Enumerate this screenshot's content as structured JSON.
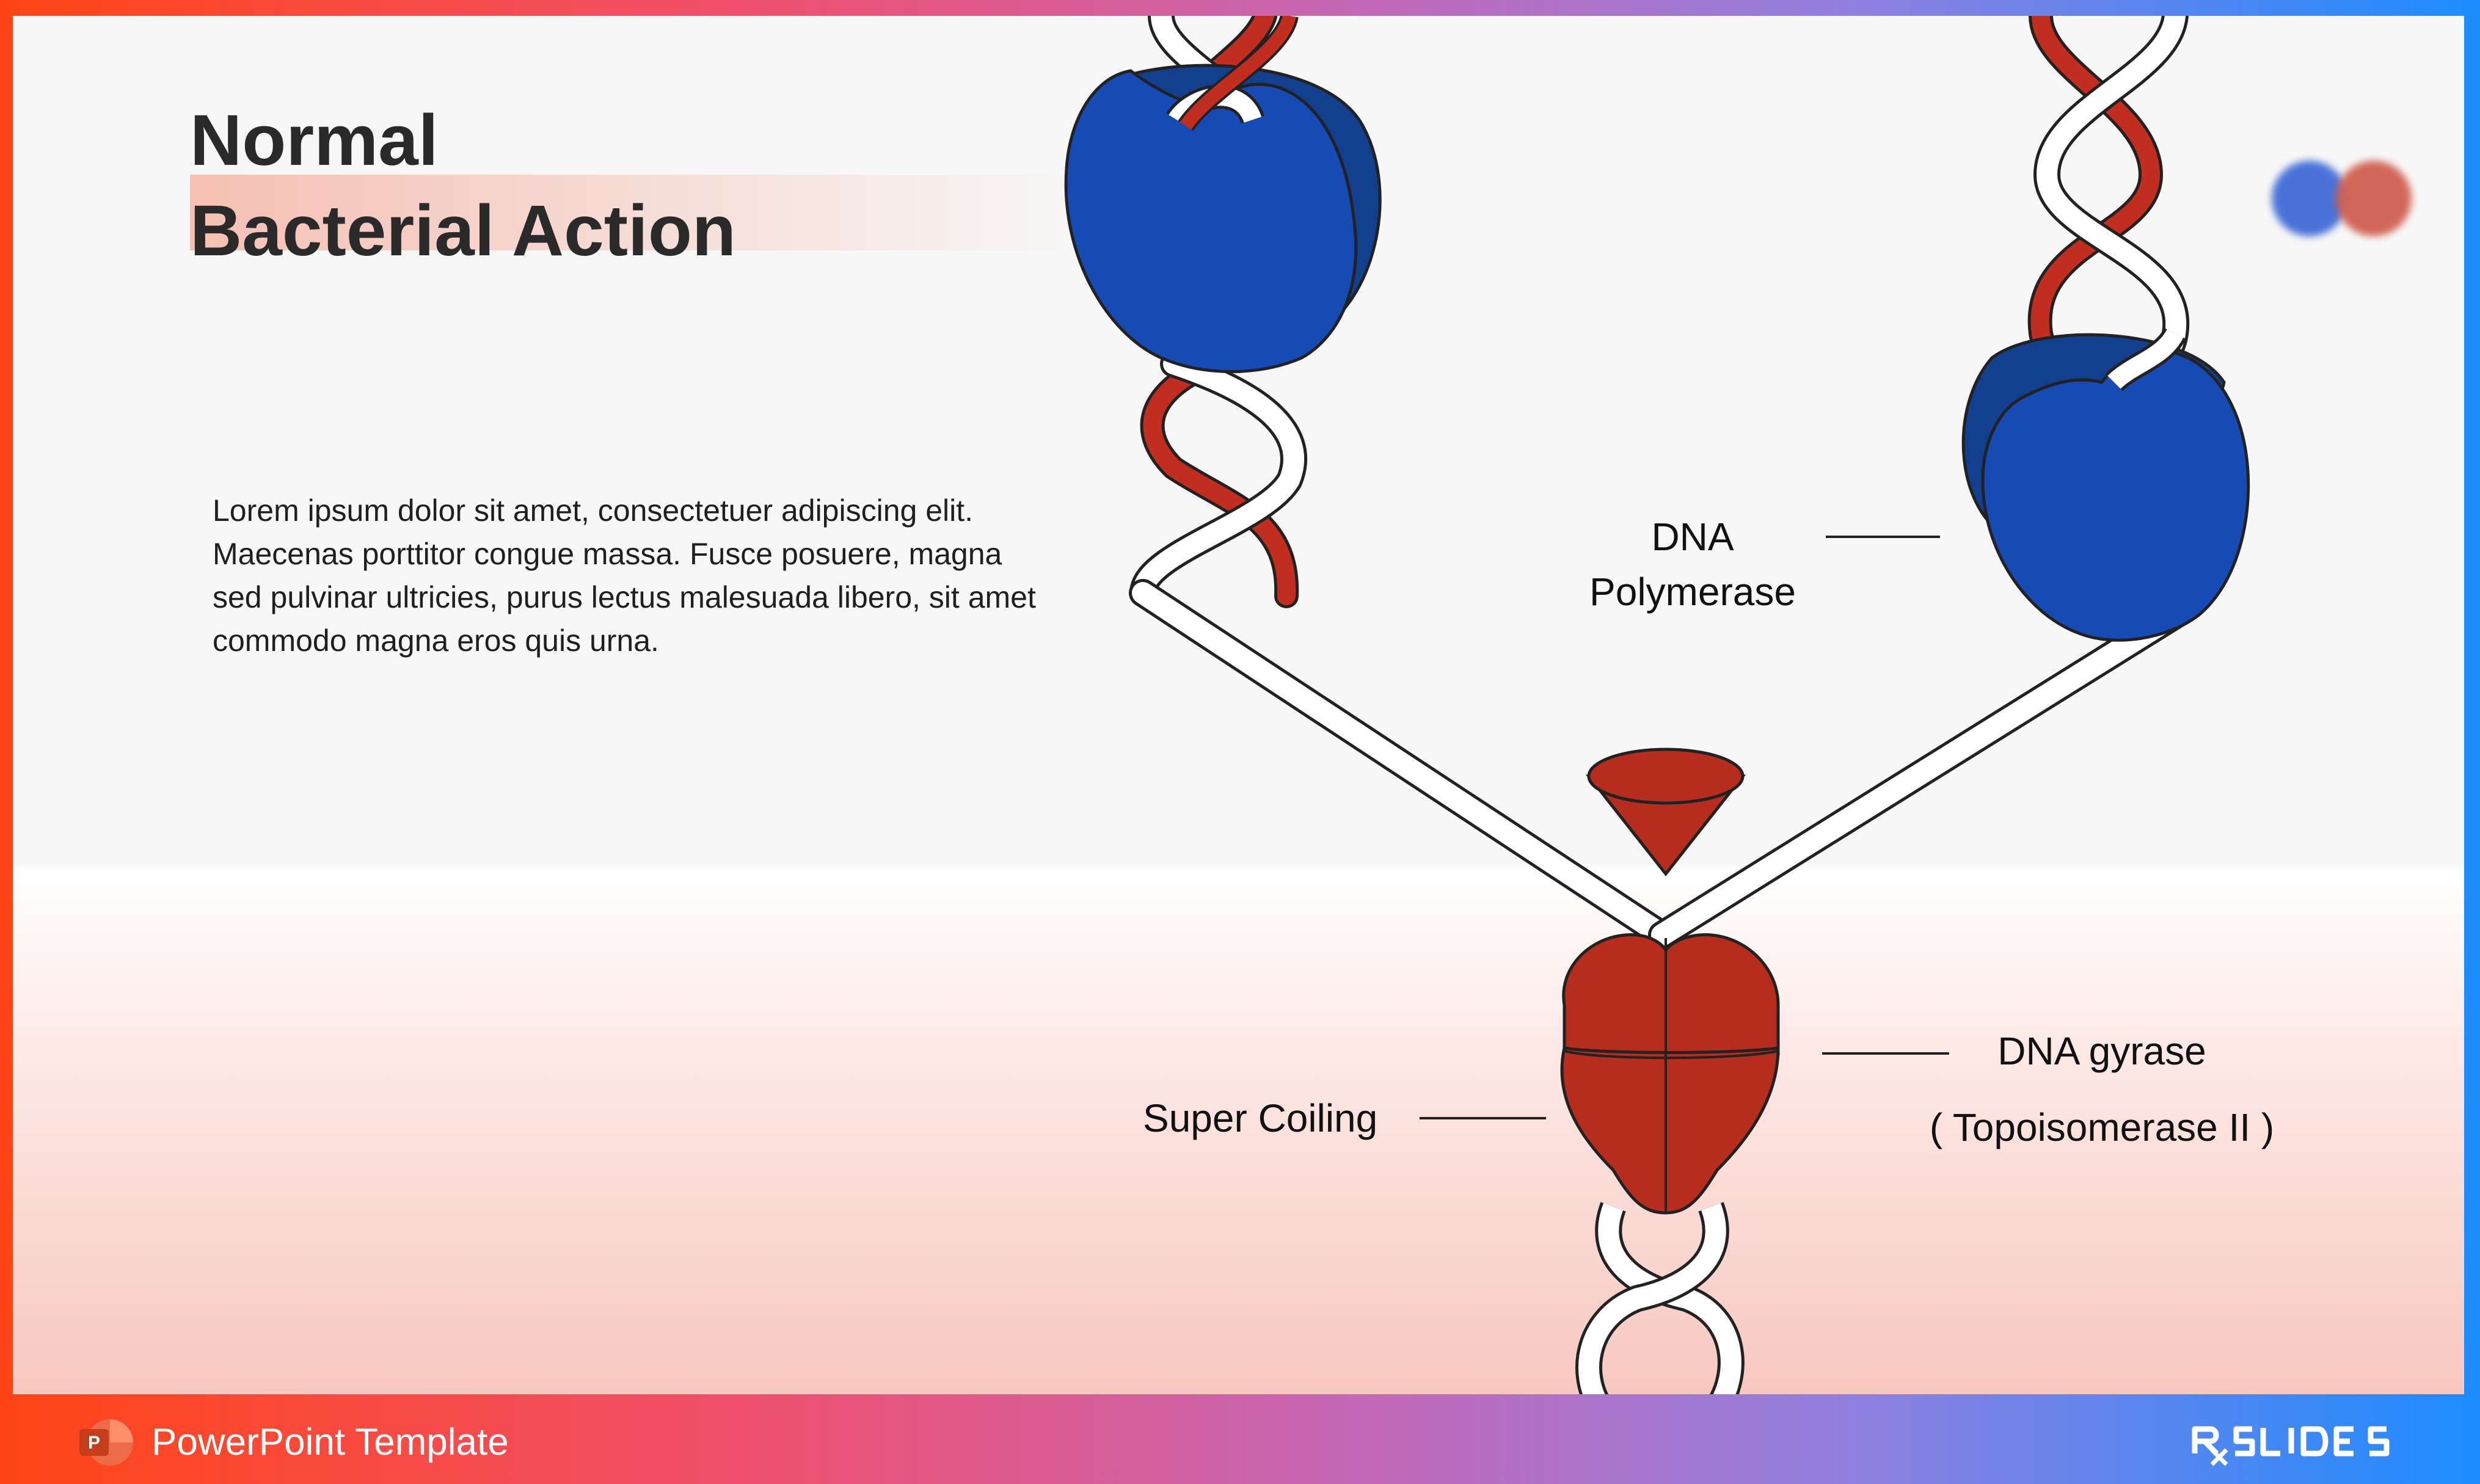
{
  "slide": {
    "title_line1": "Normal",
    "title_line2": "Bacterial Action",
    "body_text": "Lorem ipsum dolor sit amet, consectetuer adipiscing elit. Maecenas porttitor congue massa. Fusce posuere, magna sed pulvinar ultricies, purus lectus malesuada libero, sit amet commodo magna eros quis urna."
  },
  "diagram": {
    "labels": {
      "polymerase_line1": "DNA",
      "polymerase_line2": "Polymerase",
      "gyrase_line1": "DNA gyrase",
      "gyrase_line2": "( Topoisomerase II )",
      "supercoiling": "Super Coiling"
    },
    "colors": {
      "polymerase_blue": "#164bb6",
      "polymerase_dark_blue": "#123f8e",
      "enzyme_red": "#b72d1d",
      "strand_red": "#c12d1f",
      "strand_white": "#ffffff",
      "outline": "#222222"
    }
  },
  "footer": {
    "app_icon": "powerpoint-icon",
    "text": "PowerPoint Template",
    "brand_icon": "rxslides-logo"
  },
  "theme": {
    "gradient_colors": [
      "#ff4515",
      "#f0506e",
      "#c468b8",
      "#8f80e0",
      "#1c8cff"
    ]
  }
}
